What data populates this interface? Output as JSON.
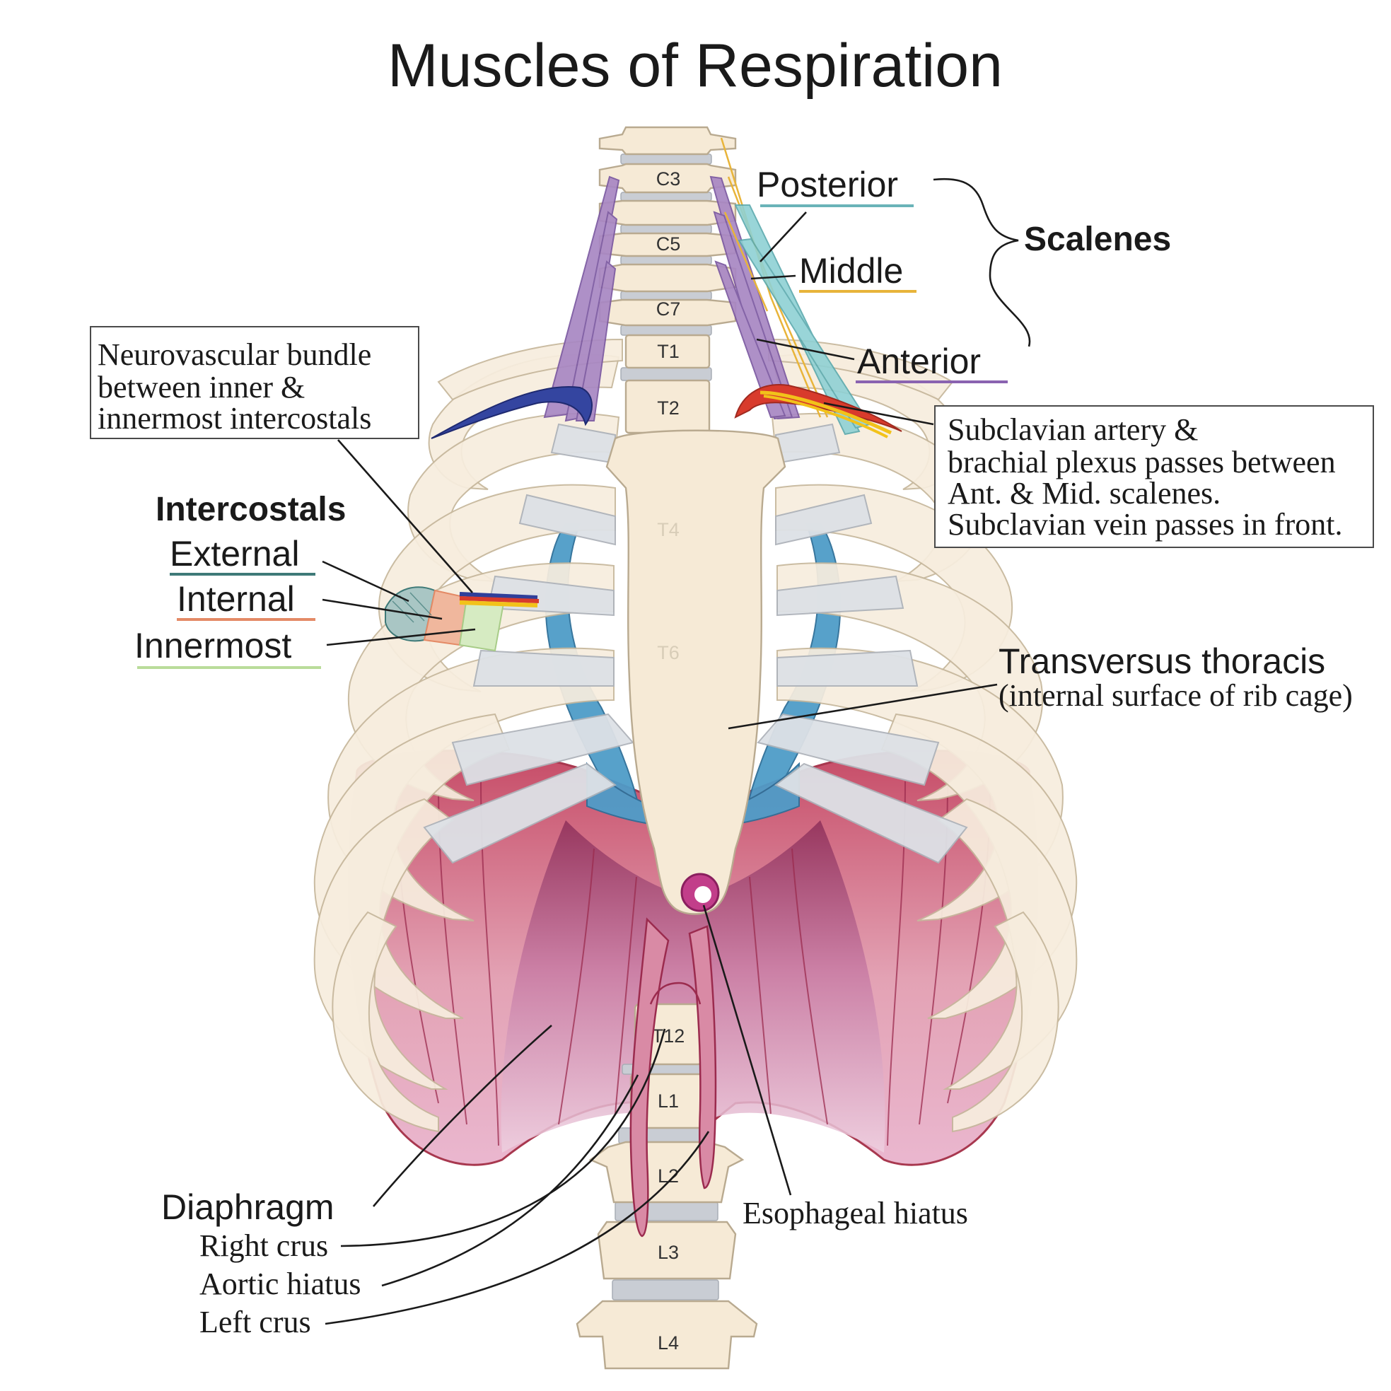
{
  "title": "Muscles of Respiration",
  "vertebrae": [
    "C3",
    "C5",
    "C7",
    "T1",
    "T2",
    "T4",
    "T6",
    "T12",
    "L1",
    "L2",
    "L3",
    "L4"
  ],
  "scalenes": {
    "group": "Scalenes",
    "posterior": "Posterior",
    "middle": "Middle",
    "anterior": "Anterior"
  },
  "neurovascular": {
    "lines": [
      "Neurovascular bundle",
      "between inner &",
      "innermost intercostals"
    ]
  },
  "subclavian": {
    "lines": [
      "Subclavian artery &",
      "brachial plexus passes between",
      "Ant. & Mid. scalenes.",
      "Subclavian vein passes in front."
    ]
  },
  "intercostals": {
    "group": "Intercostals",
    "external": "External",
    "internal": "Internal",
    "innermost": "Innermost"
  },
  "transversus": {
    "name": "Transversus thoracis",
    "note": "(internal surface of rib cage)"
  },
  "diaphragm": {
    "name": "Diaphragm",
    "right_crus": "Right crus",
    "aortic_hiatus": "Aortic hiatus",
    "left_crus": "Left crus",
    "esophageal_hiatus": "Esophageal hiatus"
  },
  "colors": {
    "posterior_scalene": "#6ab3b8",
    "middle_scalene": "#e8b43a",
    "anterior_scalene": "#8a63b0",
    "external_intercostal": "#3f7a78",
    "internal_intercostal": "#e48a66",
    "innermost_intercostal": "#b9dc9a",
    "diaphragm": "#c8506b",
    "transversus": "#4f9cc8",
    "artery": "#d83b2c",
    "vein": "#2f3f9a",
    "nerve": "#f2c21a"
  }
}
